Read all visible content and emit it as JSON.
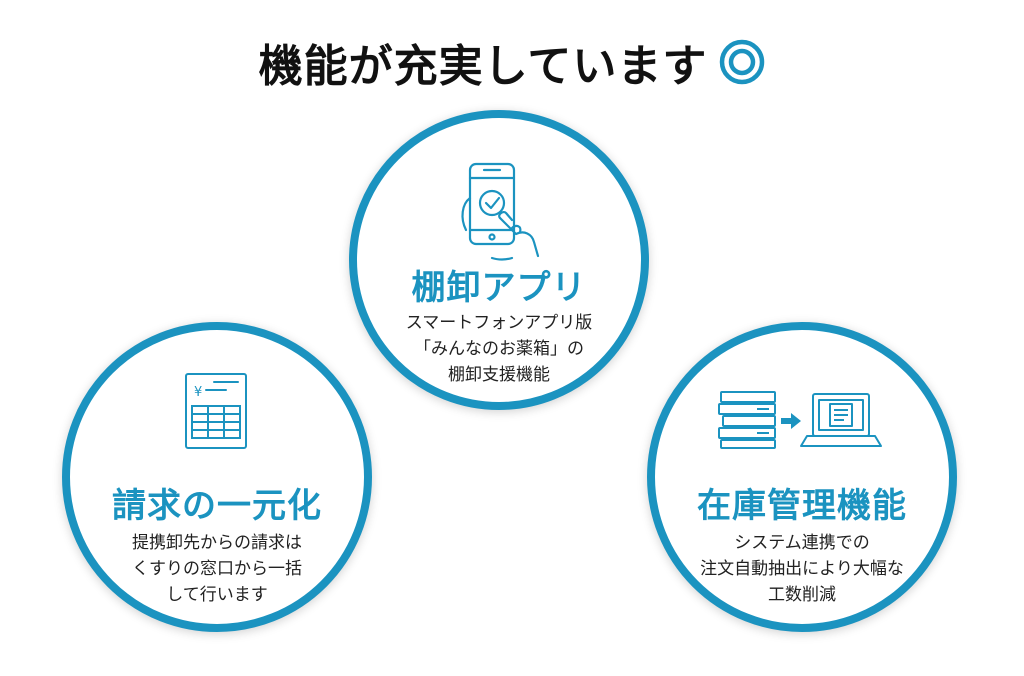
{
  "headline": "機能が充実しています",
  "colors": {
    "accent": "#1b93c0",
    "text": "#111111"
  },
  "features": [
    {
      "icon": "smartphone-tap-icon",
      "title": "棚卸アプリ",
      "desc": [
        "スマートフォンアプリ版",
        "「みんなのお薬箱」の",
        "棚卸支援機能"
      ]
    },
    {
      "icon": "invoice-yen-icon",
      "title": "請求の一元化",
      "desc": [
        "提携卸先からの請求は",
        "くすりの窓口から一括",
        "して行います"
      ]
    },
    {
      "icon": "documents-to-laptop-icon",
      "title": "在庫管理機能",
      "desc": [
        "システム連携での",
        "注文自動抽出により大幅な",
        "工数削減"
      ]
    }
  ]
}
